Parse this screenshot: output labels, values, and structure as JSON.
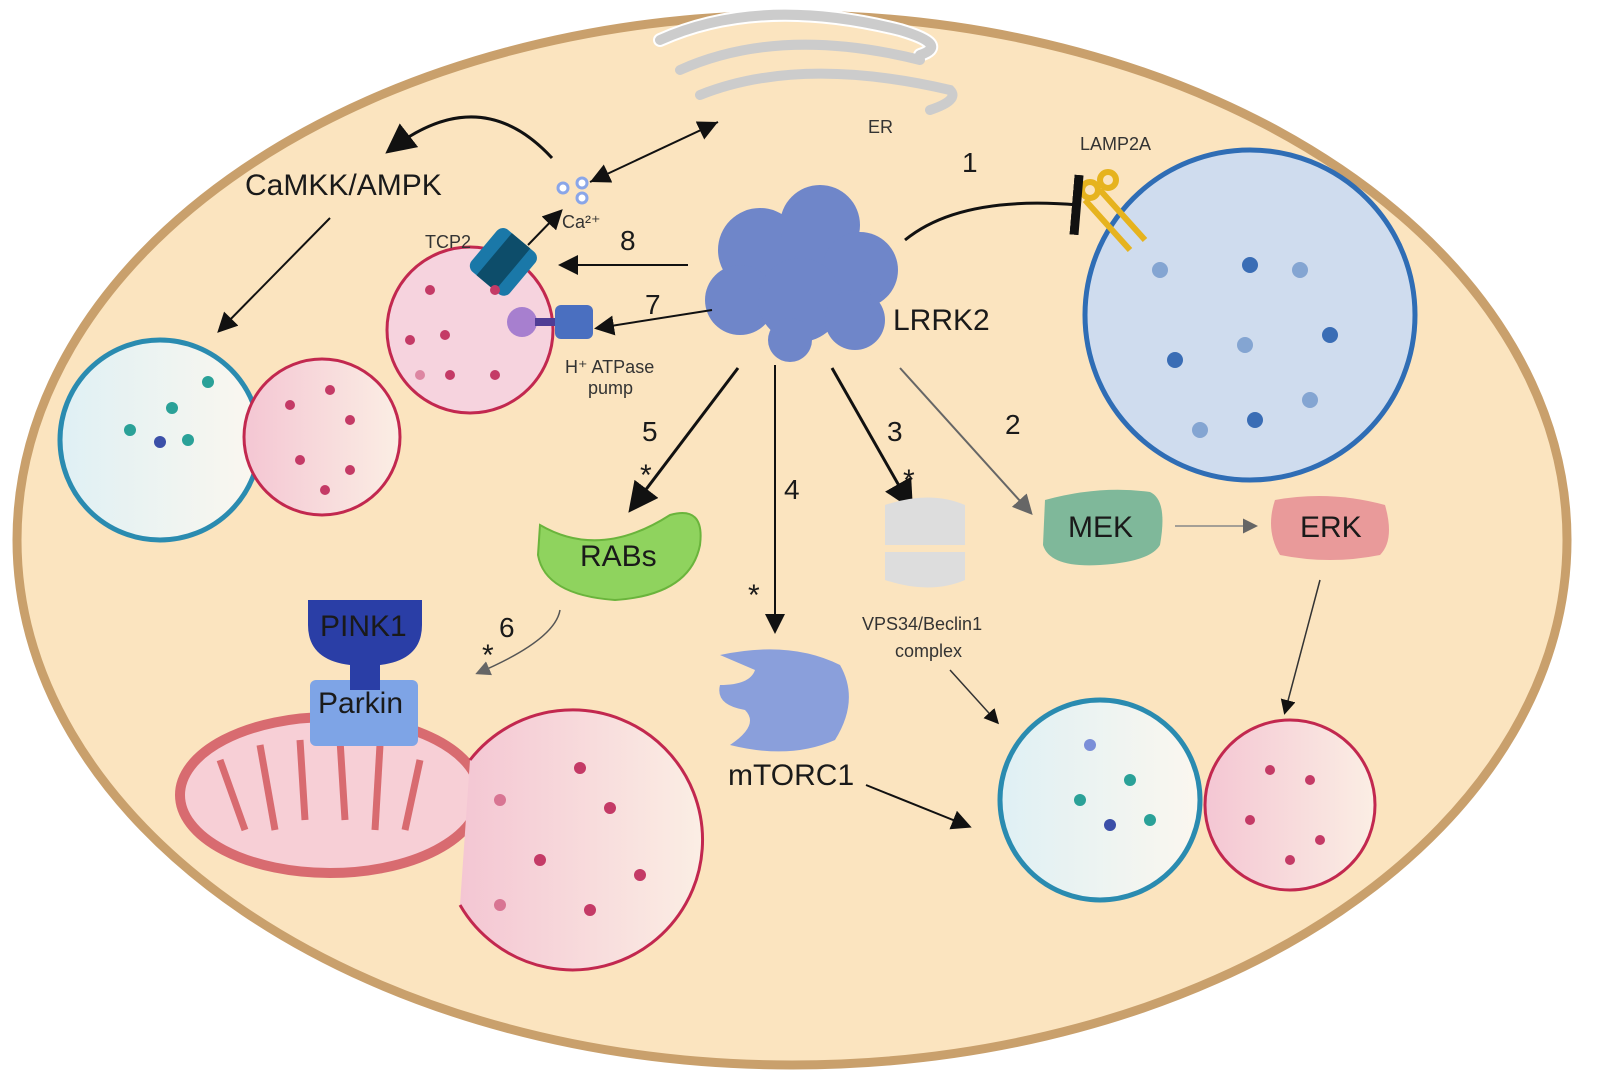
{
  "labels": {
    "er": "ER",
    "lamp2a": "LAMP2A",
    "camkk_ampk": "CaMKK/AMPK",
    "ca": "Ca²⁺",
    "tcp2": "TCP2",
    "lrrk2": "LRRK2",
    "h_atpase_1": "H⁺ ATPase",
    "h_atpase_2": "pump",
    "rabs": "RABs",
    "mek": "MEK",
    "erk": "ERK",
    "vps34_1": "VPS34/Beclin1",
    "vps34_2": "complex",
    "mtorc1": "mTORC1",
    "pink1": "PINK1",
    "parkin": "Parkin"
  },
  "pathways": [
    "1",
    "2",
    "3",
    "4",
    "5",
    "6",
    "7",
    "8"
  ],
  "asterisk": "*",
  "colors": {
    "cytoplasm": "#fbe4bf",
    "membrane": "#c9a06c",
    "lysosome": "#cfdcee",
    "lysosome_edge": "#2f6db5",
    "pink": "#f6d3de",
    "pink_edge": "#c2284f"
  }
}
